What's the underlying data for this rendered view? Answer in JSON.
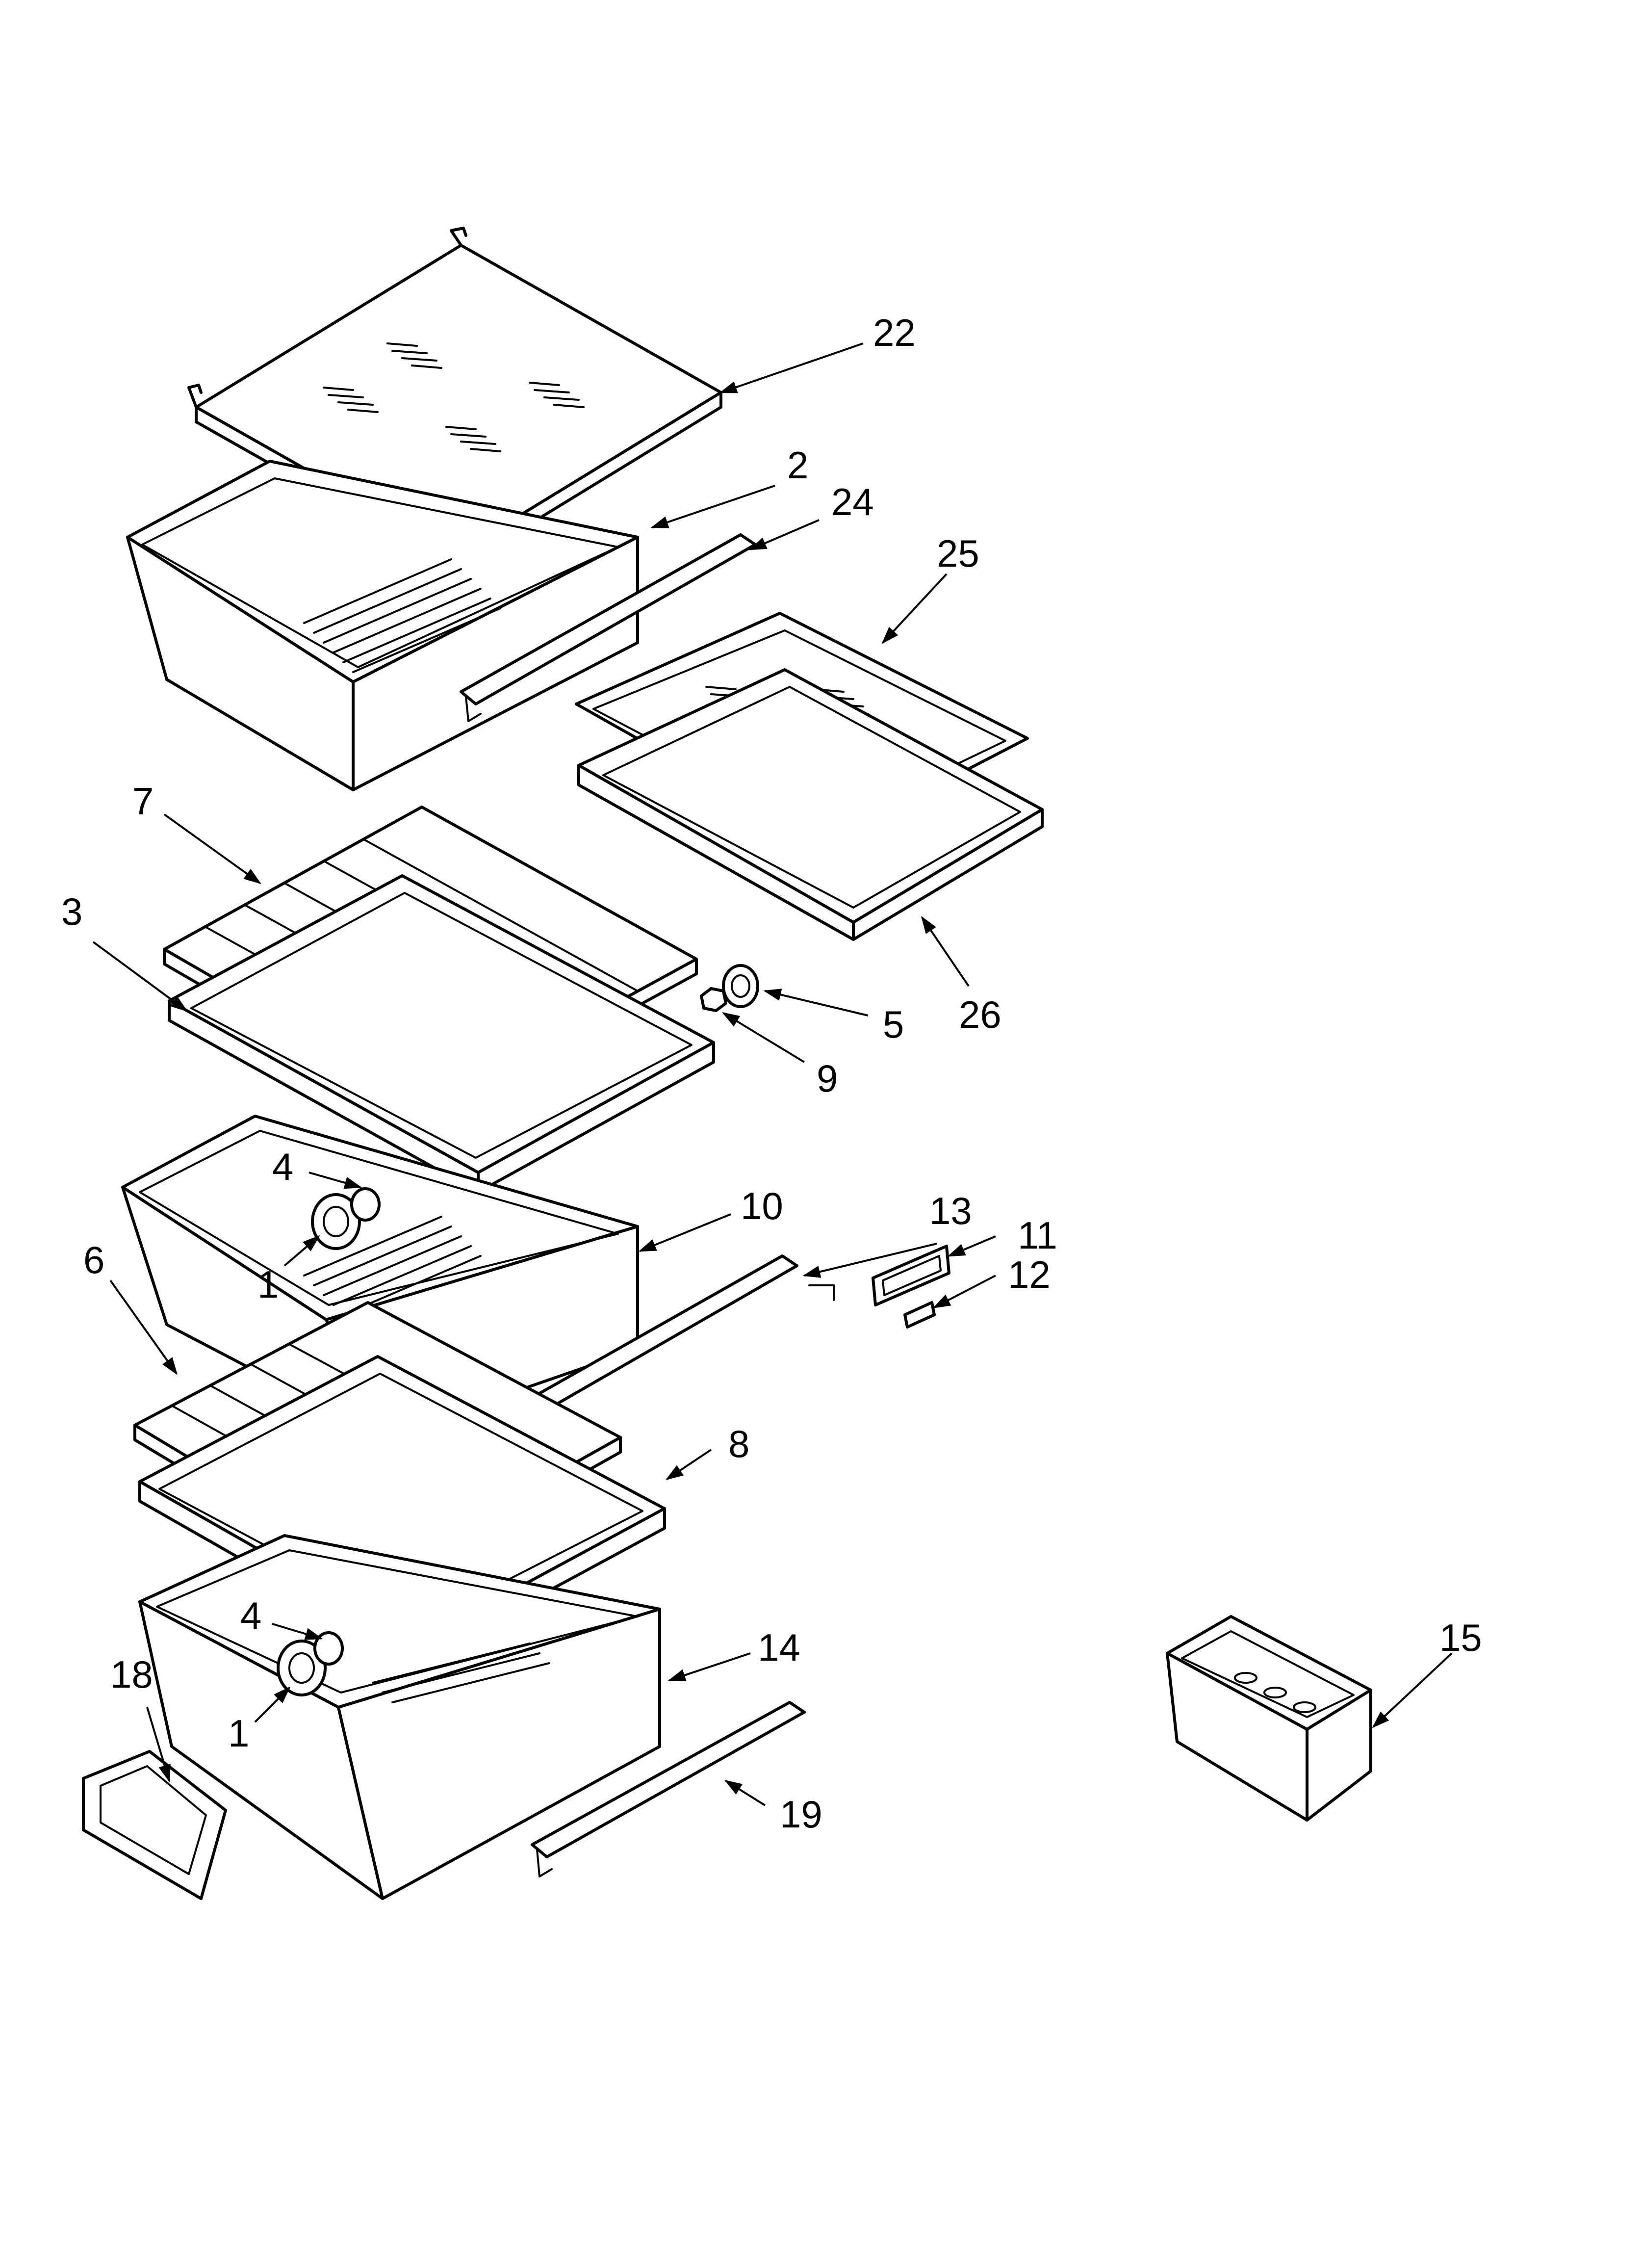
{
  "diagram": {
    "colors": {
      "line": "#000000",
      "background": "#ffffff"
    },
    "callouts": [
      {
        "id": "22",
        "label": "22"
      },
      {
        "id": "2",
        "label": "2"
      },
      {
        "id": "24",
        "label": "24"
      },
      {
        "id": "25",
        "label": "25"
      },
      {
        "id": "7",
        "label": "7"
      },
      {
        "id": "3",
        "label": "3"
      },
      {
        "id": "5",
        "label": "5"
      },
      {
        "id": "26",
        "label": "26"
      },
      {
        "id": "9",
        "label": "9"
      },
      {
        "id": "4a",
        "label": "4"
      },
      {
        "id": "10",
        "label": "10"
      },
      {
        "id": "13",
        "label": "13"
      },
      {
        "id": "11",
        "label": "11"
      },
      {
        "id": "6",
        "label": "6"
      },
      {
        "id": "1a",
        "label": "1"
      },
      {
        "id": "12",
        "label": "12"
      },
      {
        "id": "8",
        "label": "8"
      },
      {
        "id": "4b",
        "label": "4"
      },
      {
        "id": "14",
        "label": "14"
      },
      {
        "id": "15",
        "label": "15"
      },
      {
        "id": "18",
        "label": "18"
      },
      {
        "id": "1b",
        "label": "1"
      },
      {
        "id": "19",
        "label": "19"
      }
    ]
  }
}
